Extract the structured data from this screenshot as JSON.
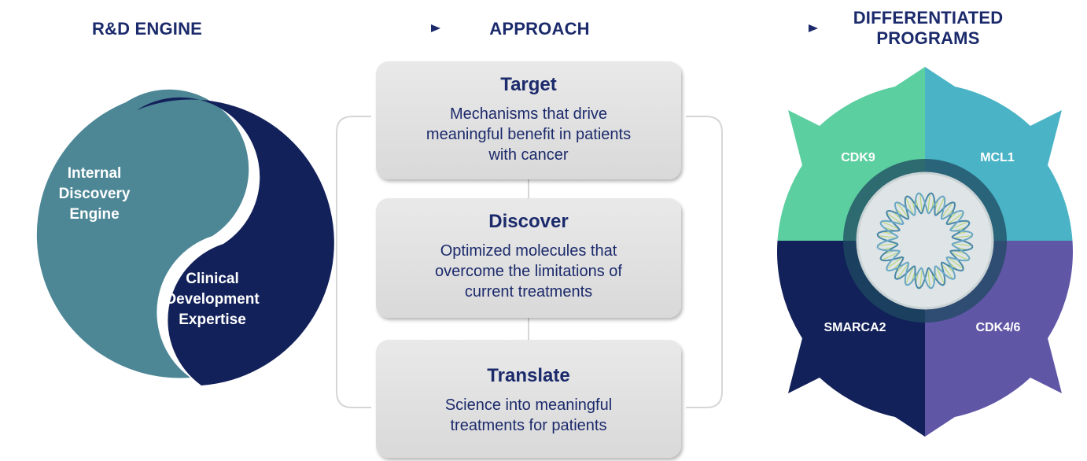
{
  "headers": {
    "rd_engine": "R&D ENGINE",
    "approach": "APPROACH",
    "differentiated_line1": "DIFFERENTIATED",
    "differentiated_line2": "PROGRAMS"
  },
  "engine": {
    "internal_line1": "Internal",
    "internal_line2": "Discovery",
    "internal_line3": "Engine",
    "clinical_line1": "Clinical",
    "clinical_line2": "Development",
    "clinical_line3": "Expertise"
  },
  "approach_steps": [
    {
      "title": "Target",
      "lines": [
        "Mechanisms that drive",
        "meaningful benefit in patients",
        "with cancer"
      ]
    },
    {
      "title": "Discover",
      "lines": [
        "Optimized molecules that",
        "overcome the limitations of",
        "current treatments"
      ]
    },
    {
      "title": "Translate",
      "lines": [
        "Science into meaningful",
        "treatments for patients"
      ]
    }
  ],
  "programs": {
    "top_left": "CDK9",
    "top_right": "MCL1",
    "bottom_left": "SMARCA2",
    "bottom_right": "CDK4/6"
  },
  "colors": {
    "navy": "#1b2a6b",
    "teal_light": "#4d8796",
    "green": "#5ccfa0",
    "cyan": "#4ab3c6",
    "dark_navy": "#13215a",
    "purple": "#5f56a6"
  }
}
